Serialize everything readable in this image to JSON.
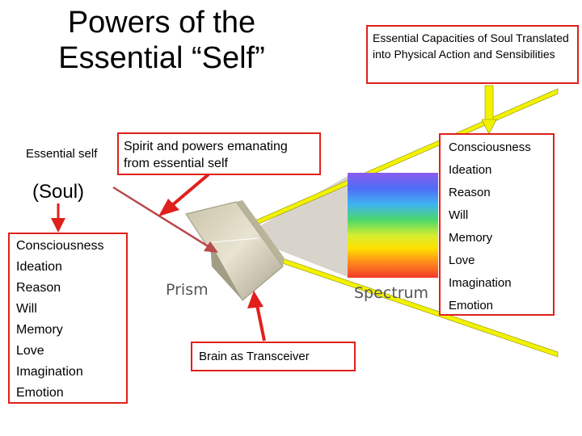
{
  "title": {
    "line1": "Powers of the",
    "line2": "Essential “Self”"
  },
  "top_right_box": {
    "text": "Essential Capacities of Soul Translated into Physical Action and Sensibilities"
  },
  "left_box": {
    "caption": "Essential self",
    "soul": "(Soul)",
    "items": [
      "Consciousness",
      "Ideation",
      "Reason",
      "Will",
      "Memory",
      "Love",
      "Imagination",
      "Emotion"
    ]
  },
  "center_box": {
    "text": "Spirit and powers emanating from essential self"
  },
  "right_box": {
    "items": [
      "Consciousness",
      "Ideation",
      "Reason",
      "Will",
      "Memory",
      "Love",
      "Imagination",
      "Emotion"
    ]
  },
  "brain_box": {
    "text": "Brain as Transceiver"
  },
  "drawing_labels": {
    "prism": "Prism",
    "spectrum": "Spectrum"
  },
  "colors": {
    "box_border": "#e0201c",
    "arrow_fill": "#e0201c",
    "beam_edge": "#f2f200",
    "beam_fill": "#d8d4cc"
  }
}
